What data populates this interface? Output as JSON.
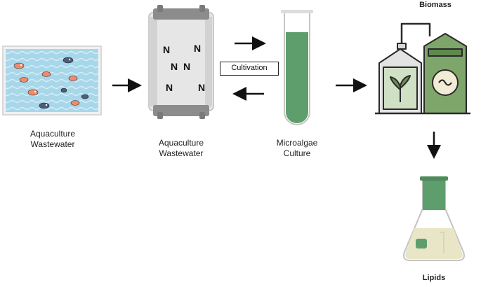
{
  "labels": {
    "pond_line1": "Aquaculture",
    "pond_line2": "Wastewater",
    "reactor_line1": "Aquaculture",
    "reactor_line2": "Wastewater",
    "tube_line1": "Microalgae",
    "tube_line2": "Culture",
    "cultivation": "Cultivation",
    "biomass": "Biomass",
    "lipids": "Lipids",
    "nitrogen_symbol": "N"
  },
  "colors": {
    "water": "#9ecfe6",
    "algae_green": "#5f9e6e",
    "biomass_green": "#7fa66a",
    "lipid_liquid": "#e9e6c8",
    "reactor_body": "#e4e4e4",
    "reactor_cap": "#8e8e8e"
  },
  "icons": [
    "fish-pond-icon",
    "photobioreactor-icon",
    "test-tube-icon",
    "biomass-digester-icon",
    "erlenmeyer-flask-icon"
  ]
}
